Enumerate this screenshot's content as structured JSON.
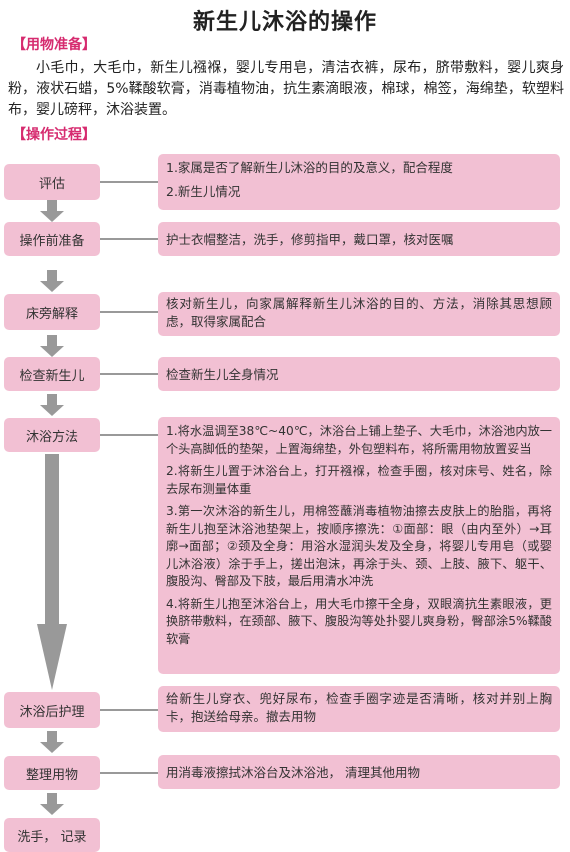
{
  "title": "新生儿沐浴的操作",
  "materials": {
    "heading": "【用物准备】",
    "text": "小毛巾，大毛巾，新生儿襁褓，婴儿专用皂，清洁衣裤，尿布，脐带敷料，婴儿爽身粉，液状石蜡，5%鞣酸软膏，消毒植物油，抗生素滴眼液，棉球，棉签，海绵垫，软塑料布，婴儿磅秤，沐浴装置。"
  },
  "process": {
    "heading": "【操作过程】",
    "steps": [
      {
        "label": "评估",
        "desc": [
          "1.家属是否了解新生儿沐浴的目的及意义，配合程度",
          "2.新生儿情况"
        ]
      },
      {
        "label": "操作前准备",
        "desc": [
          "护士衣帽整洁，洗手，修剪指甲，戴口罩，核对医嘱"
        ]
      },
      {
        "label": "床旁解释",
        "desc": [
          "核对新生儿，向家属解释新生儿沐浴的目的、方法，消除其思想顾虑，取得家属配合"
        ]
      },
      {
        "label": "检查新生儿",
        "desc": [
          "检查新生儿全身情况"
        ]
      },
      {
        "label": "沐浴方法",
        "desc": [
          "1.将水温调至38℃~40℃，沐浴台上铺上垫子、大毛巾，沐浴池内放一个头高脚低的垫架，上置海绵垫，外包塑料布，将所需用物放置妥当",
          "2.将新生儿置于沐浴台上，打开襁褓，检查手圈，核对床号、姓名，除去尿布测量体重",
          "3.第一次沐浴的新生儿，用棉签蘸消毒植物油擦去皮肤上的胎脂，再将新生儿抱至沐浴池垫架上，按顺序擦洗：①面部：眼（由内至外）→耳廓→面部；②颈及全身：用浴水湿润头发及全身，将婴儿专用皂（或婴儿沐浴液）涂于手上，搓出泡沫，再涂于头、颈、上肢、腋下、躯干、腹股沟、臀部及下肢，最后用清水冲洗",
          "4.将新生儿抱至沐浴台上，用大毛巾擦干全身，双眼滴抗生素眼液，更换脐带敷料，在颈部、腋下、腹股沟等处扑婴儿爽身粉，臀部涂5%鞣酸软膏"
        ]
      },
      {
        "label": "沐浴后护理",
        "desc": [
          "给新生儿穿衣、兜好尿布，检查手圈字迹是否清晰，核对并别上胸卡，抱送给母亲。撤去用物"
        ]
      },
      {
        "label": "整理用物",
        "desc": [
          "用消毒液擦拭沐浴台及沐浴池， 清理其他用物"
        ]
      },
      {
        "label": "洗手， 记录",
        "desc": []
      }
    ]
  },
  "colors": {
    "accent": "#d62b6f",
    "box": "#f2c0d3",
    "arrow": "#999999"
  }
}
